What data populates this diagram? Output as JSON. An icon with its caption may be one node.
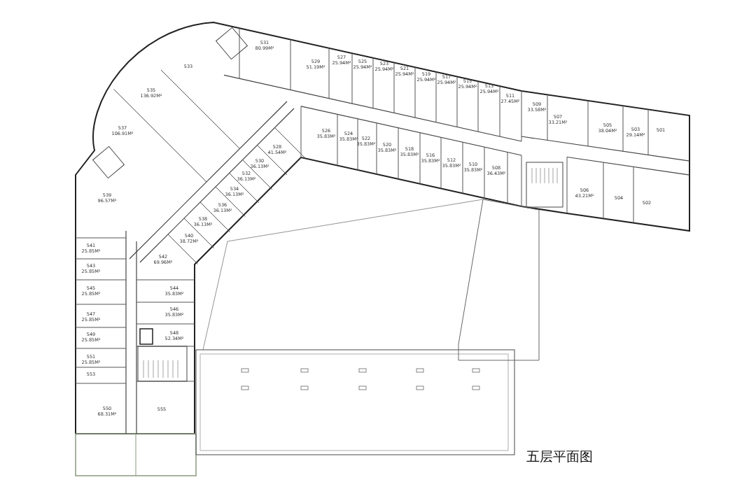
{
  "diagram": {
    "title": "五层平面图",
    "nodes": [
      {
        "text": [
          "531",
          "80.99M²"
        ]
      },
      {
        "text": [
          "529",
          "51.19M²"
        ]
      },
      {
        "text": [
          "527",
          "25.94M²"
        ]
      },
      {
        "text": [
          "525",
          "25.94M²"
        ]
      },
      {
        "text": [
          "523",
          "25.94M²"
        ]
      },
      {
        "text": [
          "521",
          "25.94M²"
        ]
      },
      {
        "text": [
          "519",
          "25.94M²"
        ]
      },
      {
        "text": [
          "517",
          "25.94M²"
        ]
      },
      {
        "text": [
          "515",
          "25.94M²"
        ]
      },
      {
        "text": [
          "513",
          "25.94M²"
        ]
      },
      {
        "text": [
          "511",
          "27.45M²"
        ]
      },
      {
        "text": [
          "509",
          "33.58M²"
        ]
      },
      {
        "text": [
          "507",
          "33.21M²"
        ]
      },
      {
        "text": [
          "505",
          "38.04M²"
        ]
      },
      {
        "text": [
          "503",
          "29.14M²"
        ]
      },
      {
        "text": [
          "501"
        ]
      },
      {
        "text": [
          "533"
        ]
      },
      {
        "text": [
          "535",
          "136.92M²"
        ]
      },
      {
        "text": [
          "537",
          "106.91M²"
        ]
      },
      {
        "text": [
          "526",
          "35.83M²"
        ]
      },
      {
        "text": [
          "524",
          "35.83M²"
        ]
      },
      {
        "text": [
          "522",
          "35.83M²"
        ]
      },
      {
        "text": [
          "520",
          "35.83M²"
        ]
      },
      {
        "text": [
          "518",
          "35.83M²"
        ]
      },
      {
        "text": [
          "516",
          "35.83M²"
        ]
      },
      {
        "text": [
          "512",
          "35.83M²"
        ]
      },
      {
        "text": [
          "510",
          "35.83M²"
        ]
      },
      {
        "text": [
          "508",
          "36.43M²"
        ]
      },
      {
        "text": [
          "528",
          "41.54M²"
        ]
      },
      {
        "text": [
          "530",
          "36.13M²"
        ]
      },
      {
        "text": [
          "532",
          "36.13M²"
        ]
      },
      {
        "text": [
          "534",
          "36.13M²"
        ]
      },
      {
        "text": [
          "536",
          "36.13M²"
        ]
      },
      {
        "text": [
          "506",
          "43.21M²"
        ]
      },
      {
        "text": [
          "504"
        ]
      },
      {
        "text": [
          "502"
        ]
      },
      {
        "text": [
          "539",
          "96.57M²"
        ]
      },
      {
        "text": [
          "538",
          "36.13M²"
        ]
      },
      {
        "text": [
          "540",
          "38.72M²"
        ]
      },
      {
        "text": [
          "541",
          "25.85M²"
        ]
      },
      {
        "text": [
          "542",
          "69.96M²"
        ]
      },
      {
        "text": [
          "543",
          "25.85M²"
        ]
      },
      {
        "text": [
          "545",
          "25.85M²"
        ]
      },
      {
        "text": [
          "544",
          "35.83M²"
        ]
      },
      {
        "text": [
          "546",
          "35.83M²"
        ]
      },
      {
        "text": [
          "547",
          "25.85M²"
        ]
      },
      {
        "text": [
          "549",
          "25.85M²"
        ]
      },
      {
        "text": [
          "548",
          "52.34M²"
        ]
      },
      {
        "text": [
          "551",
          "25.85M²"
        ]
      },
      {
        "text": [
          "553"
        ]
      },
      {
        "text": [
          "550",
          "68.31M²"
        ]
      },
      {
        "text": [
          "555"
        ]
      }
    ]
  }
}
